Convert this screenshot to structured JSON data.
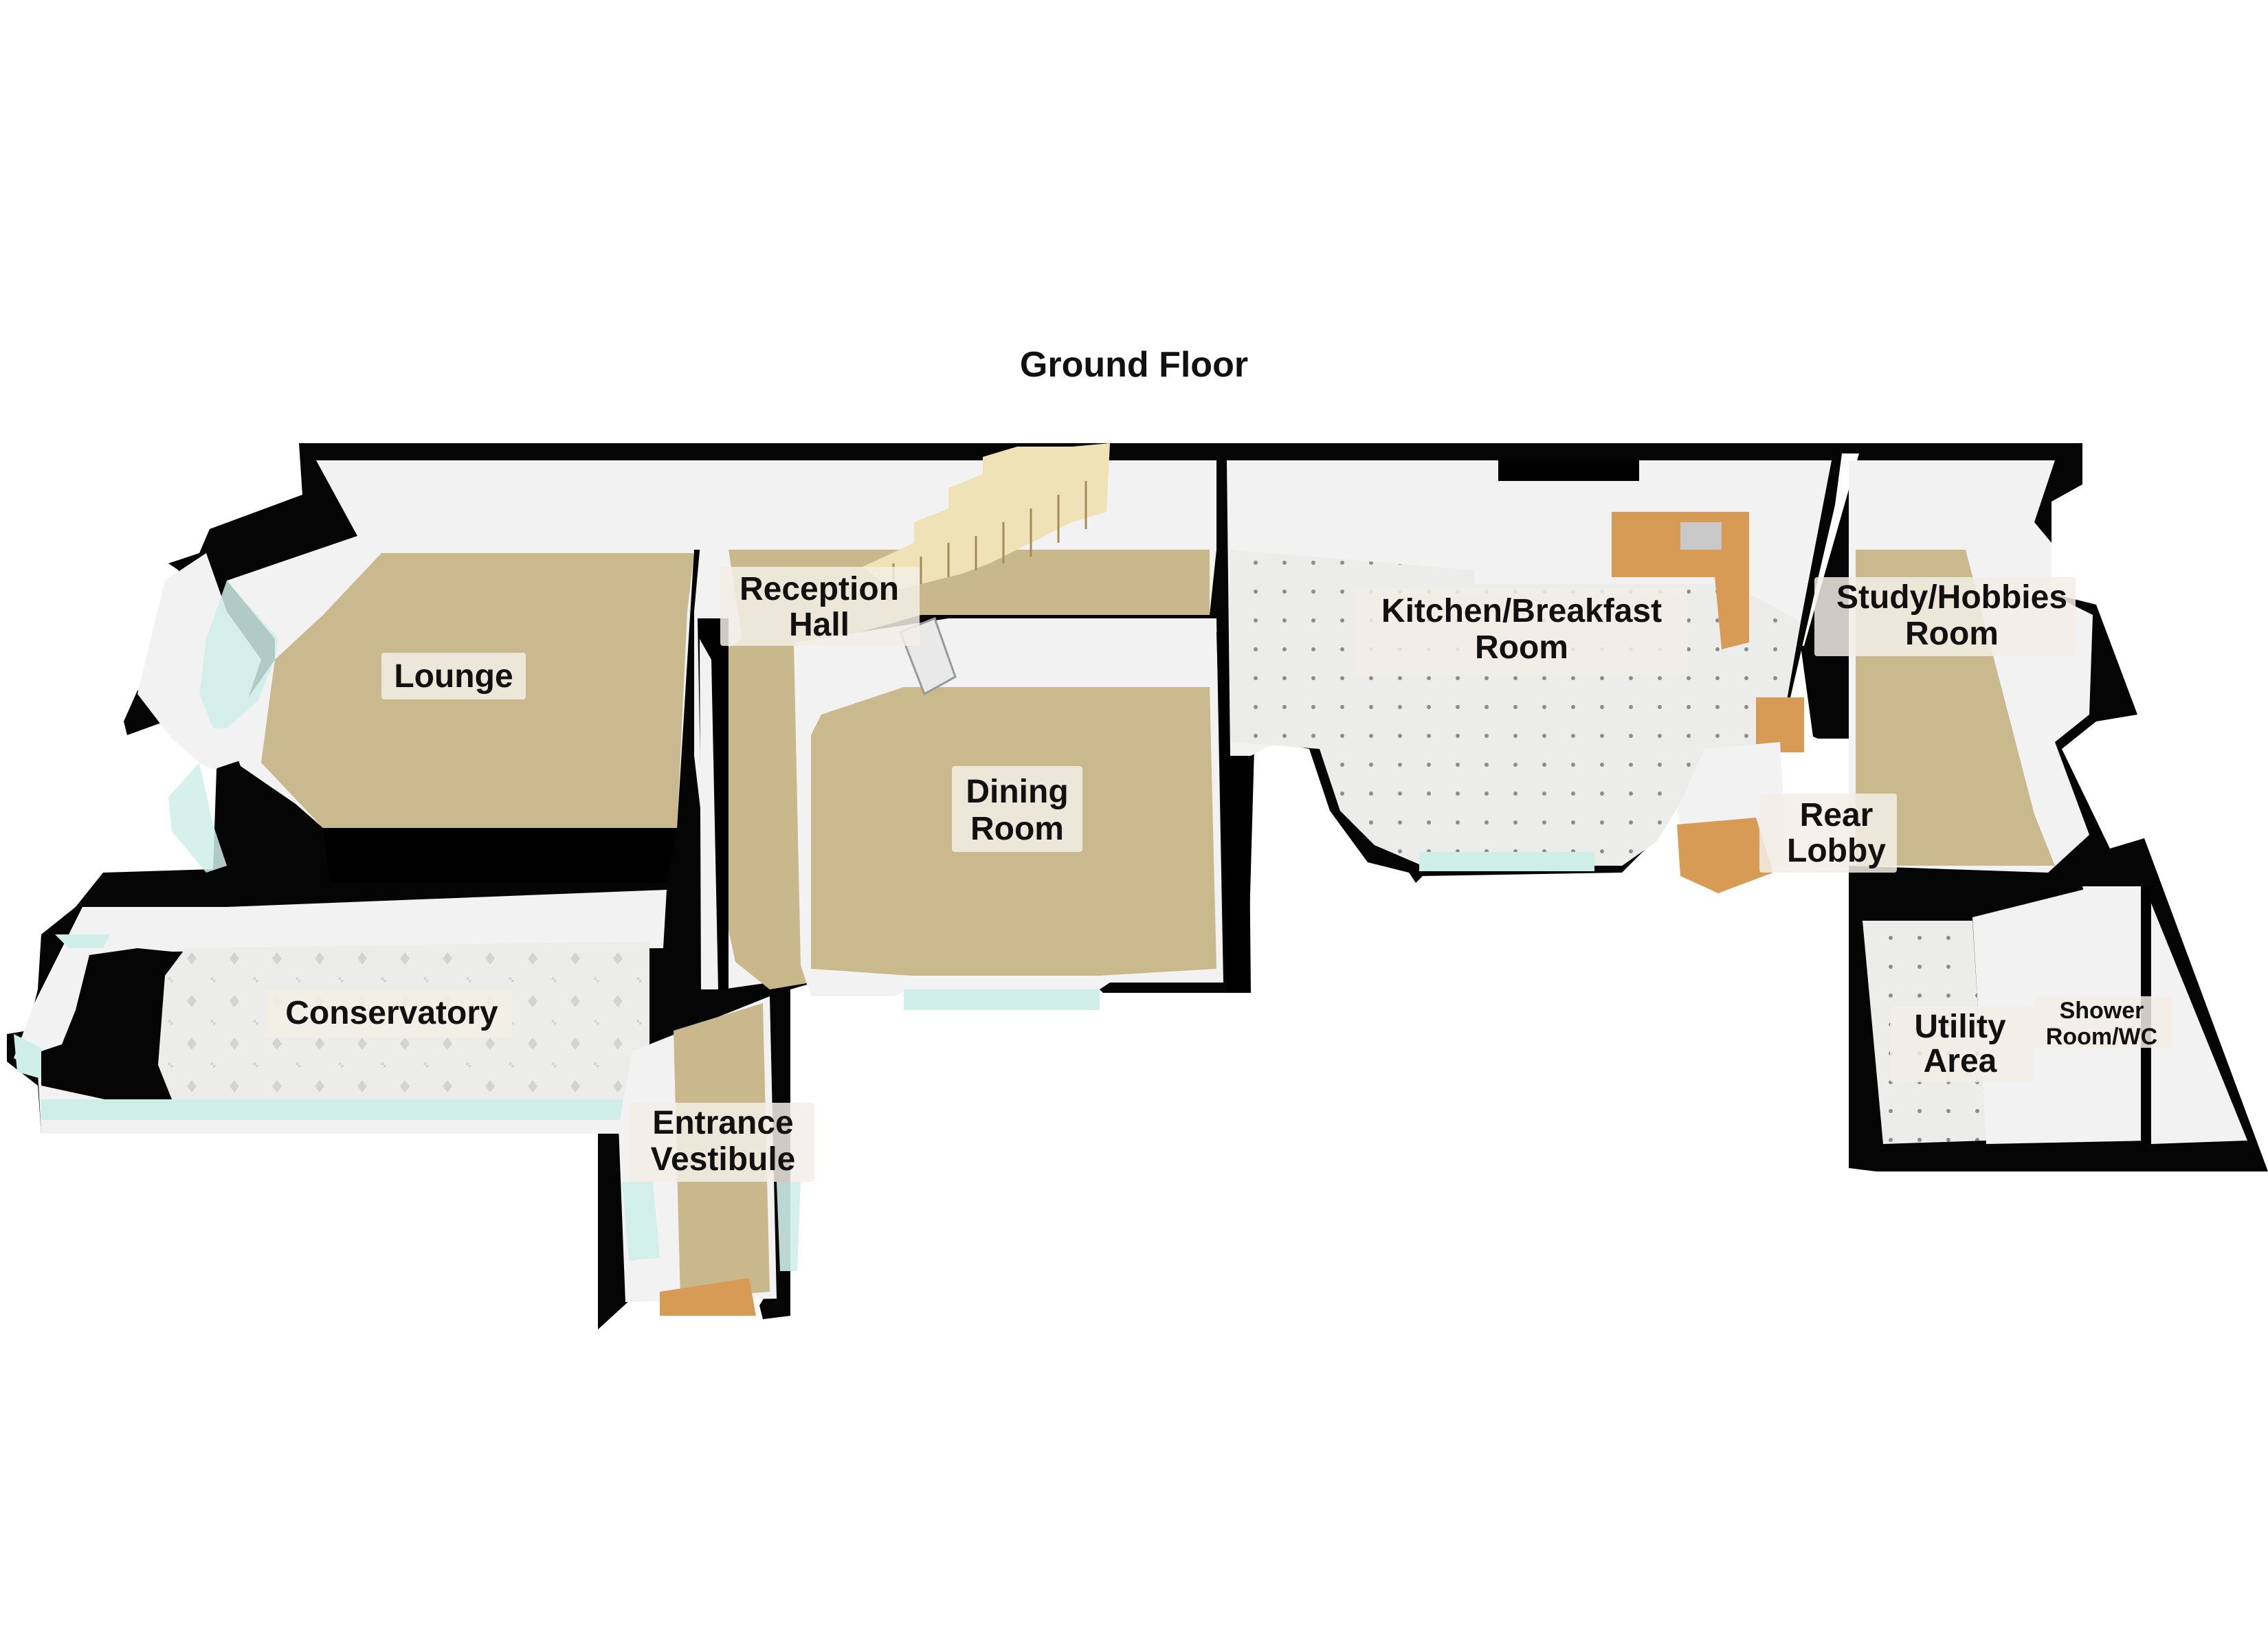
{
  "floor": {
    "title": "Ground Floor"
  },
  "rooms": {
    "lounge": "Lounge",
    "reception_line1": "Reception",
    "reception_line2": "Hall",
    "dining_line1": "Dining",
    "dining_line2": "Room",
    "kitchen_line1": "Kitchen/Breakfast",
    "kitchen_line2": "Room",
    "study_line1": "Study/Hobbies",
    "study_line2": "Room",
    "rear_lobby_line1": "Rear",
    "rear_lobby_line2": "Lobby",
    "conservatory": "Conservatory",
    "entrance_line1": "Entrance",
    "entrance_line2": "Vestibule",
    "utility_line1": "Utility",
    "utility_line2": "Area",
    "shower_line1": "Shower",
    "shower_line2": "Room/WC"
  },
  "colors": {
    "wall": "#000000",
    "wall_face": "#f4f4f4",
    "carpet": "#c9b98e",
    "tile": "#ebebe8",
    "window": "#cfeee8",
    "wood": "#d79b55",
    "stairs": "#efe2b7"
  }
}
